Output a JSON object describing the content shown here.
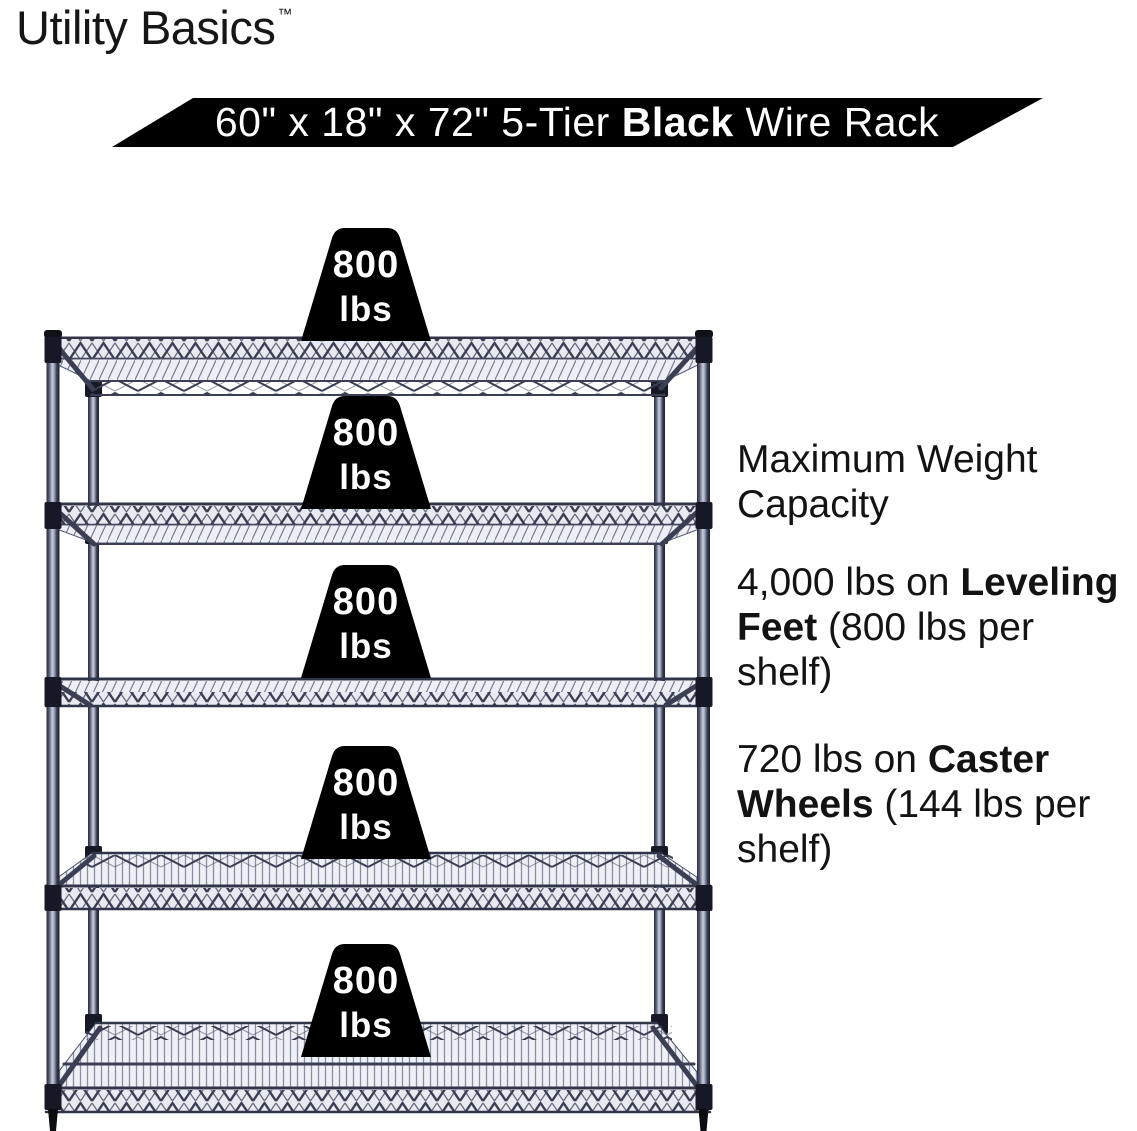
{
  "brand": {
    "name": "Utility Basics",
    "trademark": "™"
  },
  "banner": {
    "text_pre": "60\" x 18\" x 72\" 5-Tier ",
    "text_bold": "Black",
    "text_post": " Wire Rack",
    "bg_color": "#000000",
    "text_color": "#ffffff"
  },
  "badges": [
    {
      "value": "800",
      "unit": "lbs"
    },
    {
      "value": "800",
      "unit": "lbs"
    },
    {
      "value": "800",
      "unit": "lbs"
    },
    {
      "value": "800",
      "unit": "lbs"
    },
    {
      "value": "800",
      "unit": "lbs"
    }
  ],
  "info": {
    "heading": {
      "line1": "Maximum Weight",
      "line2": "Capacity"
    },
    "leveling": {
      "l1_regular": "4,000 lbs on ",
      "l1_bold": "Leveling",
      "l2_bold": "Feet",
      "l2_regular": " (800 lbs per",
      "l3_regular": "shelf)"
    },
    "caster": {
      "l1_regular": "720 lbs on ",
      "l1_bold": "Caster",
      "l2_bold": "Wheels",
      "l2_regular": " (144 lbs per",
      "l3_regular": "shelf)"
    }
  },
  "rack": {
    "tiers": 5,
    "color_name": "Black",
    "wire_color": "#3a3f53",
    "mesh_bg_color": "#edeff5",
    "badge_bg_color": "#000000",
    "badge_text_color": "#ffffff"
  }
}
